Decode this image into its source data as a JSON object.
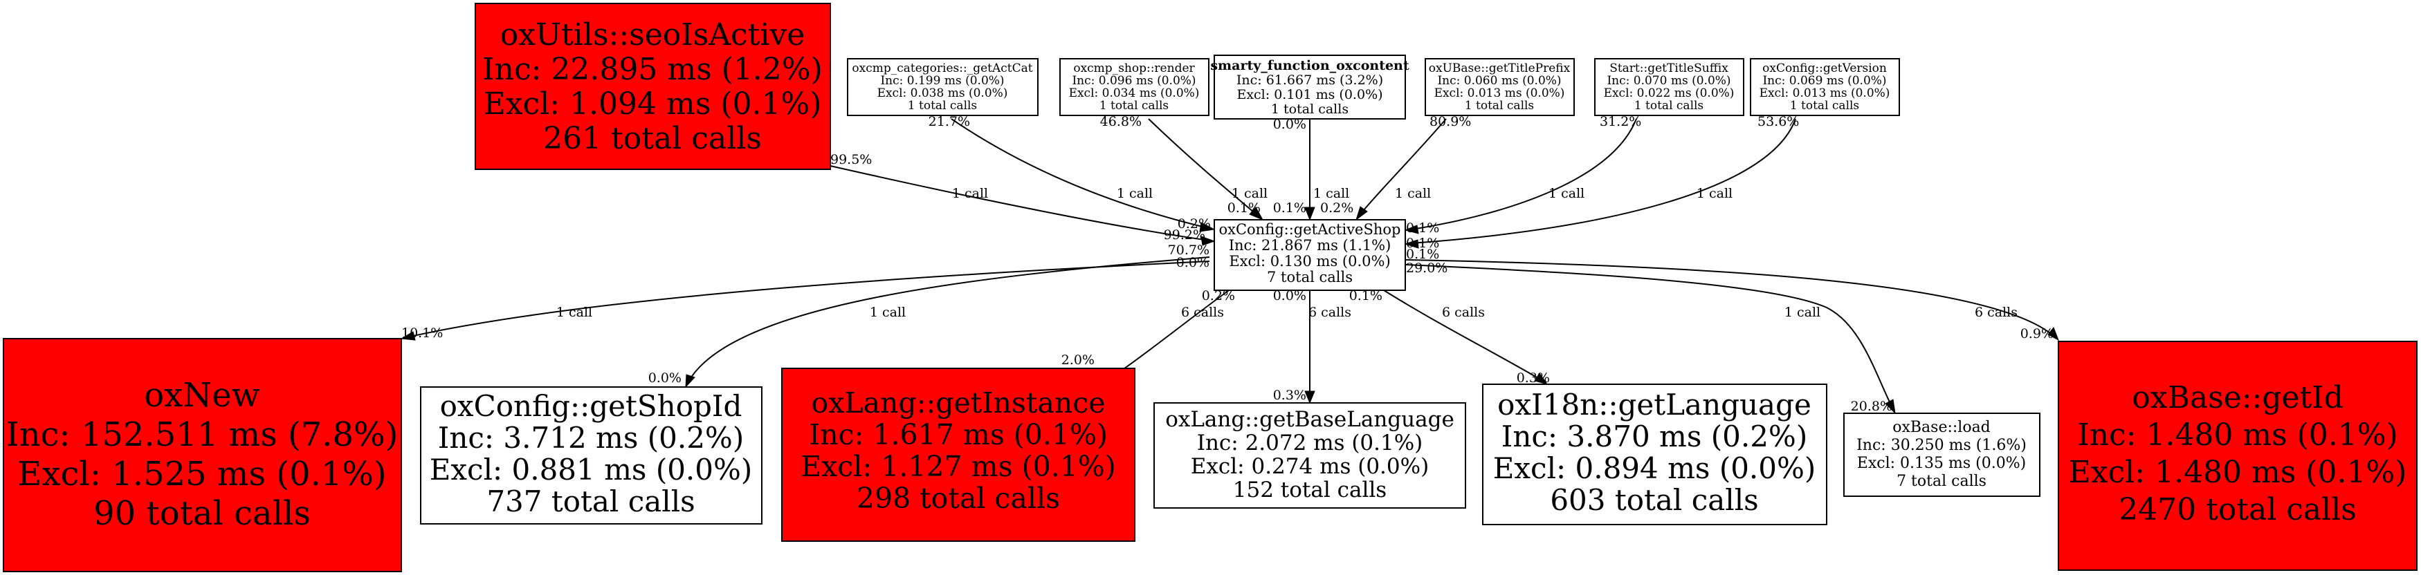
{
  "colors": {
    "hot": "#ff0000",
    "normal": "#ffffff",
    "stroke": "#000000"
  },
  "nodes": {
    "center": {
      "lines": [
        "oxConfig::getActiveShop",
        "Inc: 21.867 ms (1.1%)",
        "Excl: 0.130 ms (0.0%)",
        "7 total calls"
      ],
      "hot": false,
      "bold": false
    },
    "seo": {
      "lines": [
        "oxUtils::seoIsActive",
        "Inc: 22.895 ms (1.2%)",
        "Excl: 1.094 ms (0.1%)",
        "261 total calls"
      ],
      "hot": true,
      "bold": false
    },
    "cat": {
      "lines": [
        "oxcmp_categories::_getActCat",
        "Inc: 0.199 ms (0.0%)",
        "Excl: 0.038 ms (0.0%)",
        "1 total calls"
      ],
      "hot": false,
      "bold": false
    },
    "shop": {
      "lines": [
        "oxcmp_shop::render",
        "Inc: 0.096 ms (0.0%)",
        "Excl: 0.034 ms (0.0%)",
        "1 total calls"
      ],
      "hot": false,
      "bold": false
    },
    "smarty": {
      "lines": [
        "smarty_function_oxcontent",
        "Inc: 61.667 ms (3.2%)",
        "Excl: 0.101 ms (0.0%)",
        "1 total calls"
      ],
      "hot": false,
      "bold": true
    },
    "ubase": {
      "lines": [
        "oxUBase::getTitlePrefix",
        "Inc: 0.060 ms (0.0%)",
        "Excl: 0.013 ms (0.0%)",
        "1 total calls"
      ],
      "hot": false,
      "bold": false
    },
    "start": {
      "lines": [
        "Start::getTitleSuffix",
        "Inc: 0.070 ms (0.0%)",
        "Excl: 0.022 ms (0.0%)",
        "1 total calls"
      ],
      "hot": false,
      "bold": false
    },
    "version": {
      "lines": [
        "oxConfig::getVersion",
        "Inc: 0.069 ms (0.0%)",
        "Excl: 0.013 ms (0.0%)",
        "1 total calls"
      ],
      "hot": false,
      "bold": false
    },
    "oxnew": {
      "lines": [
        "oxNew",
        "Inc: 152.511 ms (7.8%)",
        "Excl: 1.525 ms (0.1%)",
        "90 total calls"
      ],
      "hot": true,
      "bold": false
    },
    "shopid": {
      "lines": [
        "oxConfig::getShopId",
        "Inc: 3.712 ms (0.2%)",
        "Excl: 0.881 ms (0.0%)",
        "737 total calls"
      ],
      "hot": false,
      "bold": false
    },
    "instance": {
      "lines": [
        "oxLang::getInstance",
        "Inc: 1.617 ms (0.1%)",
        "Excl: 1.127 ms (0.1%)",
        "298 total calls"
      ],
      "hot": true,
      "bold": false
    },
    "baselang": {
      "lines": [
        "oxLang::getBaseLanguage",
        "Inc: 2.072 ms (0.1%)",
        "Excl: 0.274 ms (0.0%)",
        "152 total calls"
      ],
      "hot": false,
      "bold": false
    },
    "i18n": {
      "lines": [
        "oxI18n::getLanguage",
        "Inc: 3.870 ms (0.2%)",
        "Excl: 0.894 ms (0.0%)",
        "603 total calls"
      ],
      "hot": false,
      "bold": false
    },
    "load": {
      "lines": [
        "oxBase::load",
        "Inc: 30.250 ms (1.6%)",
        "Excl: 0.135 ms (0.0%)",
        "7 total calls"
      ],
      "hot": false,
      "bold": false
    },
    "getid": {
      "lines": [
        "oxBase::getId",
        "Inc: 1.480 ms (0.1%)",
        "Excl: 1.480 ms (0.1%)",
        "2470 total calls"
      ],
      "hot": true,
      "bold": false
    }
  },
  "edges": {
    "seo": {
      "label": "1 call",
      "tail": "99.5%",
      "head": "99.2%"
    },
    "cat": {
      "label": "1 call",
      "tail": "21.7%",
      "head": "0.2%"
    },
    "shop": {
      "label": "1 call",
      "tail": "46.8%",
      "head": "0.1%"
    },
    "smarty": {
      "label": "1 call",
      "tail": "0.0%",
      "head": "0.1%"
    },
    "ubase": {
      "label": "1 call",
      "tail": "80.9%",
      "head": "0.2%"
    },
    "start": {
      "label": "1 call",
      "tail": "31.2%",
      "head": "0.1%"
    },
    "version": {
      "label": "1 call",
      "tail": "53.6%",
      "head": "0.1%"
    },
    "oxnew": {
      "label": "1 call",
      "tail": "0.0%",
      "head": "10.1%"
    },
    "shopid": {
      "label": "1 call",
      "tail": "70.7%",
      "head": "0.0%"
    },
    "instance": {
      "label": "6 calls",
      "tail": "0.2%",
      "head": "2.0%"
    },
    "baselang": {
      "label": "6 calls",
      "tail": "0.0%",
      "head": "0.3%"
    },
    "i18n": {
      "label": "6 calls",
      "tail": "0.1%",
      "head": "0.3%"
    },
    "load": {
      "label": "1 call",
      "tail": "29.0%",
      "head": "20.8%"
    },
    "getid": {
      "label": "6 calls",
      "tail": "0.1%",
      "head": "0.9%"
    }
  }
}
